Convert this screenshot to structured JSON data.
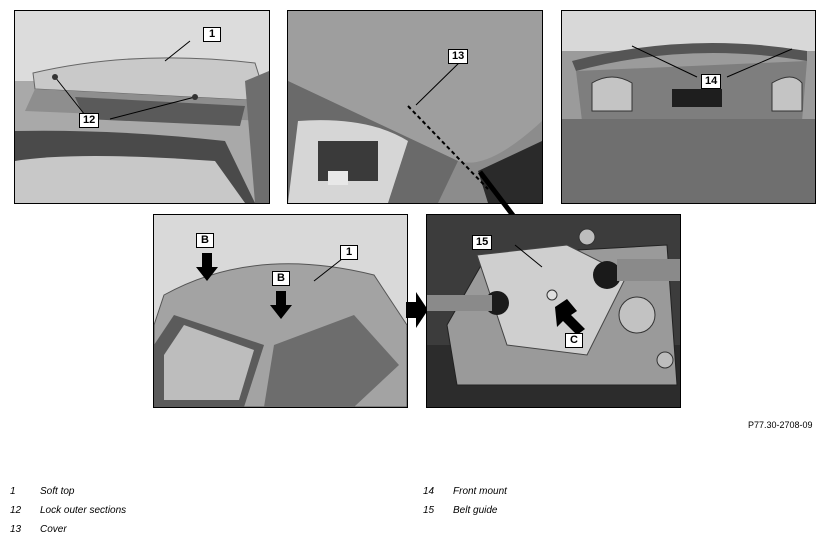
{
  "figure_ref": "P77.30-2708-09",
  "callouts": {
    "p1_label1": "1",
    "p1_label12": "12",
    "p2_label13": "13",
    "p3_label14": "14",
    "p4_labelB1": "B",
    "p4_labelB2": "B",
    "p4_label1": "1",
    "p5_label15": "15",
    "p5_labelC": "C"
  },
  "legend": [
    {
      "num": "1",
      "text": "Soft top"
    },
    {
      "num": "12",
      "text": "Lock outer sections"
    },
    {
      "num": "13",
      "text": "Cover"
    },
    {
      "num": "14",
      "text": "Front mount"
    },
    {
      "num": "15",
      "text": "Belt guide"
    }
  ]
}
